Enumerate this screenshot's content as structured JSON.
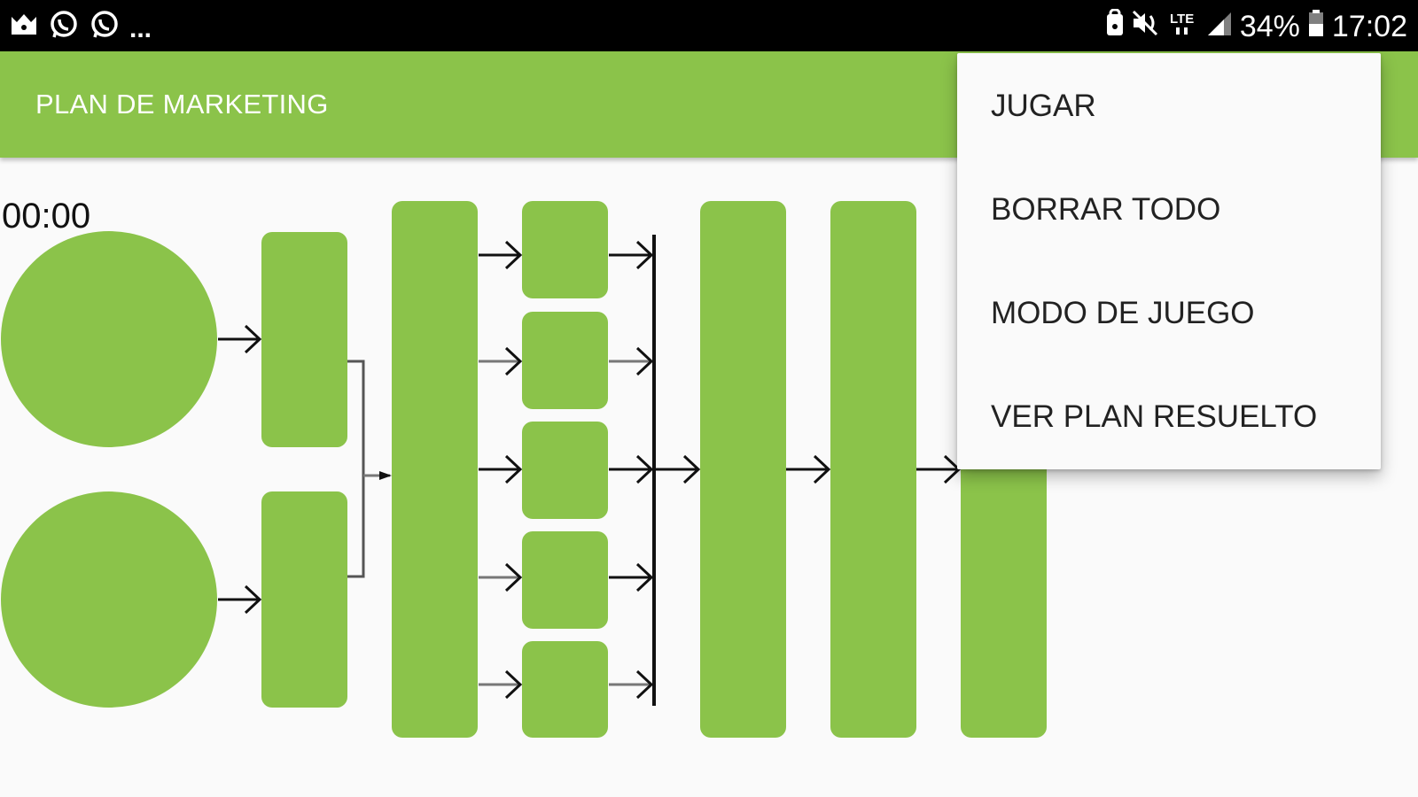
{
  "status_bar": {
    "left_icons": [
      "game-crown-icon",
      "whatsapp-icon",
      "whatsapp-icon"
    ],
    "overflow": "...",
    "right_icons": [
      "lock-icon",
      "mute-icon",
      "lte-icon",
      "signal-icon"
    ],
    "battery_percent": "34%",
    "time": "17:02"
  },
  "app_bar": {
    "title": "PLAN DE MARKETING"
  },
  "timer": "00:00",
  "diagram": {
    "fill_color": "#8bc34a",
    "nodes": [
      {
        "id": "circle-1",
        "shape": "circle"
      },
      {
        "id": "circle-2",
        "shape": "circle"
      },
      {
        "id": "box-a1",
        "shape": "rect"
      },
      {
        "id": "box-a2",
        "shape": "rect"
      },
      {
        "id": "column-1",
        "shape": "rect"
      },
      {
        "id": "box-b1",
        "shape": "rect"
      },
      {
        "id": "box-b2",
        "shape": "rect"
      },
      {
        "id": "box-b3",
        "shape": "rect"
      },
      {
        "id": "box-b4",
        "shape": "rect"
      },
      {
        "id": "box-b5",
        "shape": "rect"
      },
      {
        "id": "column-2",
        "shape": "rect"
      },
      {
        "id": "column-3",
        "shape": "rect"
      },
      {
        "id": "column-4",
        "shape": "rect"
      }
    ]
  },
  "overflow_menu": {
    "items": [
      {
        "label": "JUGAR"
      },
      {
        "label": "BORRAR TODO"
      },
      {
        "label": "MODO DE JUEGO"
      },
      {
        "label": "VER PLAN RESUELTO"
      }
    ]
  },
  "colors": {
    "accent": "#8bc34a",
    "status_bar": "#000000",
    "background": "#fafafa"
  }
}
